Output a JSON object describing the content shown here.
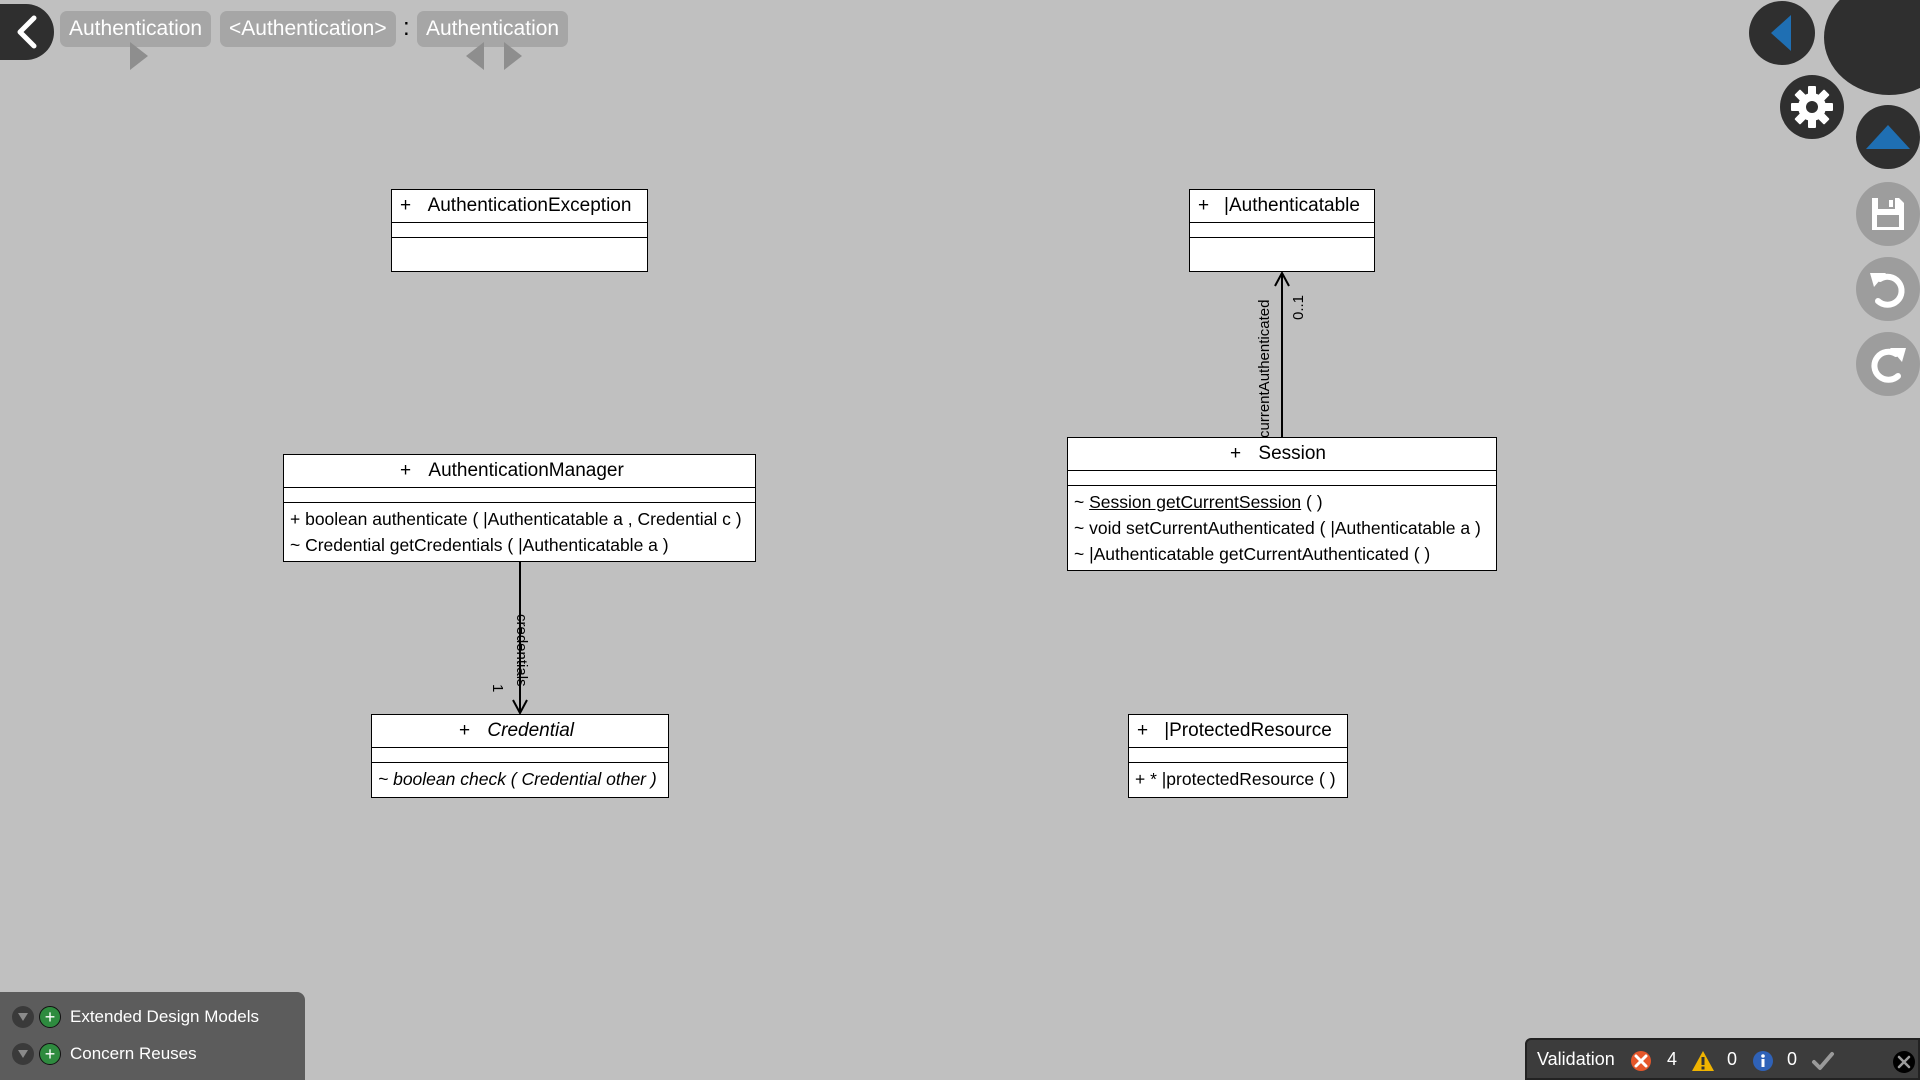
{
  "breadcrumb": {
    "items": [
      "Authentication",
      "<Authentication>",
      "Authentication"
    ],
    "separator": ":"
  },
  "classes": {
    "authentication_exception": {
      "visibility": "+",
      "name": "AuthenticationException",
      "operations": []
    },
    "iauthenticatable": {
      "visibility": "+",
      "name": "|Authenticatable",
      "operations": []
    },
    "authentication_manager": {
      "visibility": "+",
      "name": "AuthenticationManager",
      "operations": [
        "+ boolean authenticate ( |Authenticatable a , Credential c )",
        "~ Credential getCredentials ( |Authenticatable a )"
      ]
    },
    "session": {
      "visibility": "+",
      "name": "Session",
      "operations": [
        {
          "prefix": "~ ",
          "static_part": "Session getCurrentSession",
          "rest": " ( )"
        },
        "~ void setCurrentAuthenticated ( |Authenticatable a )",
        "~ |Authenticatable getCurrentAuthenticated ( )"
      ]
    },
    "credential": {
      "visibility": "+",
      "name": "Credential",
      "abstract": true,
      "operations": [
        "~ boolean check ( Credential other )"
      ]
    },
    "iprotected_resource": {
      "visibility": "+",
      "name": "|ProtectedResource",
      "operations": [
        "+ * |protectedResource ( )"
      ]
    }
  },
  "associations": {
    "credentials": {
      "role": "credentials",
      "multiplicity": "1"
    },
    "current_authenticated": {
      "role": "currentAuthenticated",
      "multiplicity": "0..1"
    }
  },
  "panel": {
    "extended_design_models": "Extended Design Models",
    "concern_reuses": "Concern Reuses"
  },
  "validation": {
    "label": "Validation",
    "errors": "4",
    "warnings": "0",
    "infos": "0"
  },
  "colors": {
    "background": "#c0c0c0",
    "dark_button": "#2f2f2f",
    "accent_blue": "#1f6fb3",
    "error_orange": "#e5572b",
    "warning_yellow": "#f0b400",
    "info_blue": "#2f62b8",
    "add_green": "#2e8b3f"
  },
  "icons": [
    "back-arrow-icon",
    "collapse-sidebar-icon",
    "settings-gear-icon",
    "move-up-icon",
    "save-icon",
    "undo-icon",
    "redo-icon",
    "error-icon",
    "warning-icon",
    "info-icon",
    "checkmark-icon",
    "close-icon"
  ]
}
